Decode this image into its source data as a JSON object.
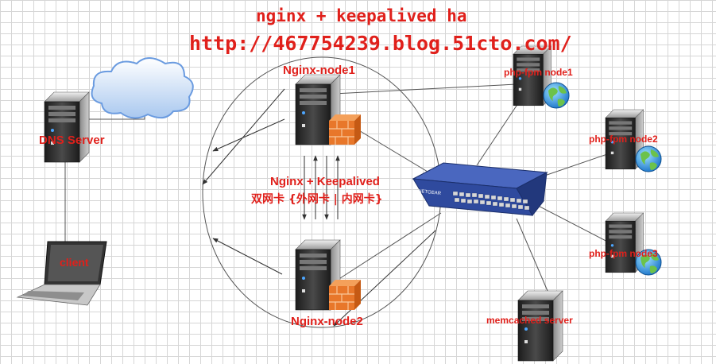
{
  "title": {
    "line1": "nginx + keepalived ha",
    "line2": "http://467754239.blog.51cto.com/"
  },
  "nodes": {
    "dns_server": "DNS  Server",
    "client": "client",
    "nginx_node1": "Nginx-node1",
    "nginx_node2": "Nginx-node2",
    "php_node1": "php-fpm node1",
    "php_node2": "php-fpm node2",
    "php_node3": "php-fpm node3",
    "memcached": "memcached server"
  },
  "center": {
    "line1": "Nginx + Keepalived",
    "line2": "双网卡 {外网卡  |  内网卡}"
  },
  "switch_brand": "NETGEAR",
  "colors": {
    "label": "#e0201b",
    "server_body": "#2d2d2d",
    "firewall": "#e8772a",
    "switch_body": "#2f4a9e",
    "cloud": "#b9d3f2"
  }
}
